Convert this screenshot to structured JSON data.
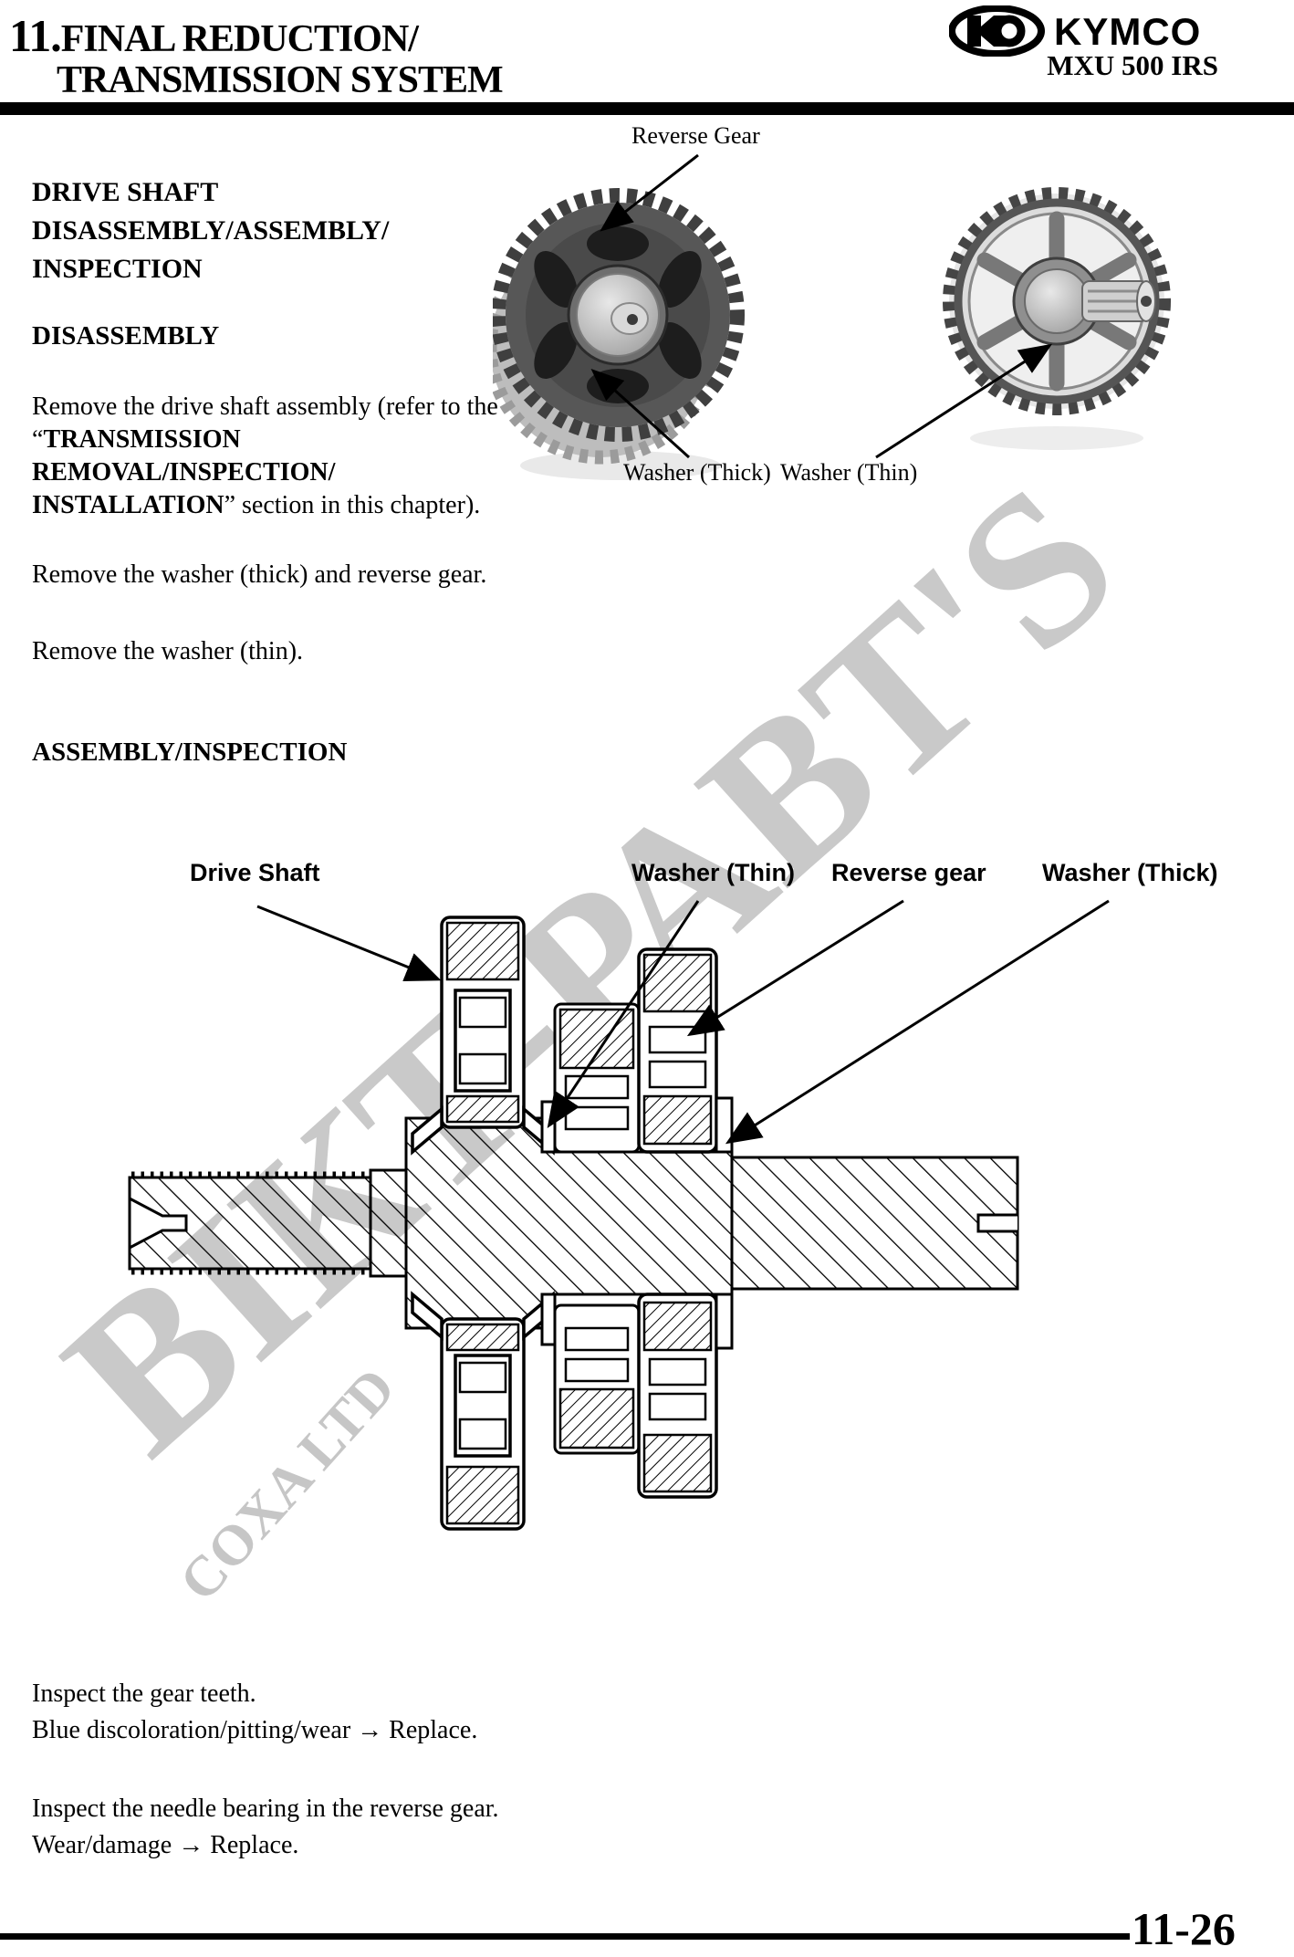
{
  "header": {
    "chapter_number": "11.",
    "title_line1": "FINAL REDUCTION/",
    "title_line2": "TRANSMISSION SYSTEM",
    "brand": "KYMCO",
    "model": "MXU 500 IRS"
  },
  "content": {
    "main_heading_l1": "DRIVE SHAFT",
    "main_heading_l2": "DISASSEMBLY/ASSEMBLY/",
    "main_heading_l3": "INSPECTION",
    "disassembly_heading": "DISASSEMBLY",
    "para1_l1": "Remove the drive shaft assembly (refer to the",
    "para1_l2_pre": "“",
    "para1_l2_bold": "TRANSMISSION",
    "para1_l3_bold": "REMOVAL/INSPECTION/",
    "para1_l4_bold": "INSTALLATION",
    "para1_l4_post": "” section in this chapter).",
    "para2": "Remove the washer (thick) and reverse gear.",
    "para3": "Remove the washer (thin).",
    "assembly_heading": "ASSEMBLY/INSPECTION"
  },
  "photo": {
    "label_reverse_gear": "Reverse Gear",
    "label_washer_thick": "Washer (Thick)",
    "label_washer_thin": "Washer (Thin)"
  },
  "diagram": {
    "label_drive_shaft": "Drive Shaft",
    "label_washer_thin": "Washer (Thin)",
    "label_reverse_gear": "Reverse gear",
    "label_washer_thick": "Washer (Thick)"
  },
  "inspection": {
    "l1": "Inspect the gear teeth.",
    "l2": "Blue discoloration/pitting/wear → Replace.",
    "l3": "Inspect the needle bearing in the reverse gear.",
    "l4": "Wear/damage → Replace."
  },
  "watermark": {
    "big_text": "ВІКТ-РАВТ'S",
    "small_text": "COXA LTD",
    "color": "#c9c9c9"
  },
  "footer": {
    "page_number": "11-26"
  },
  "colors": {
    "ink": "#000000",
    "paper": "#ffffff"
  }
}
